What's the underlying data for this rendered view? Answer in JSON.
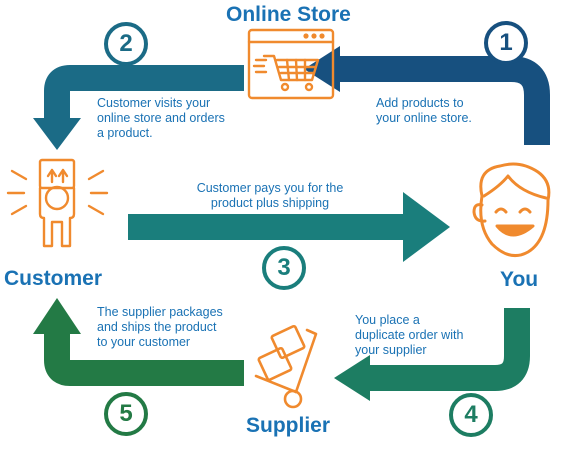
{
  "labels": {
    "online_store": "Online Store",
    "customer": "Customer",
    "you": "You",
    "supplier": "Supplier"
  },
  "notes": {
    "step1": [
      "Add products to",
      "your online store."
    ],
    "step2": [
      "Customer visits your",
      "online store and orders",
      "a product."
    ],
    "step3": [
      "Customer pays you for the",
      "product plus shipping"
    ],
    "step4": [
      "You place a",
      "duplicate order with",
      "your supplier"
    ],
    "step5": [
      "The supplier packages",
      "and ships the product",
      "to your customer"
    ]
  },
  "steps": {
    "s1": "1",
    "s2": "2",
    "s3": "3",
    "s4": "4",
    "s5": "5"
  },
  "colors": {
    "navy": "#17507f",
    "teal_blue": "#1b6b86",
    "teal": "#1a7e7c",
    "green_teal": "#1d7d62",
    "green": "#237a45",
    "orange": "#f08a2e",
    "label_blue": "#1a72b4"
  },
  "icons": [
    "cart-icon",
    "customer-box-icon",
    "smiley-face-icon",
    "hand-truck-icon"
  ]
}
